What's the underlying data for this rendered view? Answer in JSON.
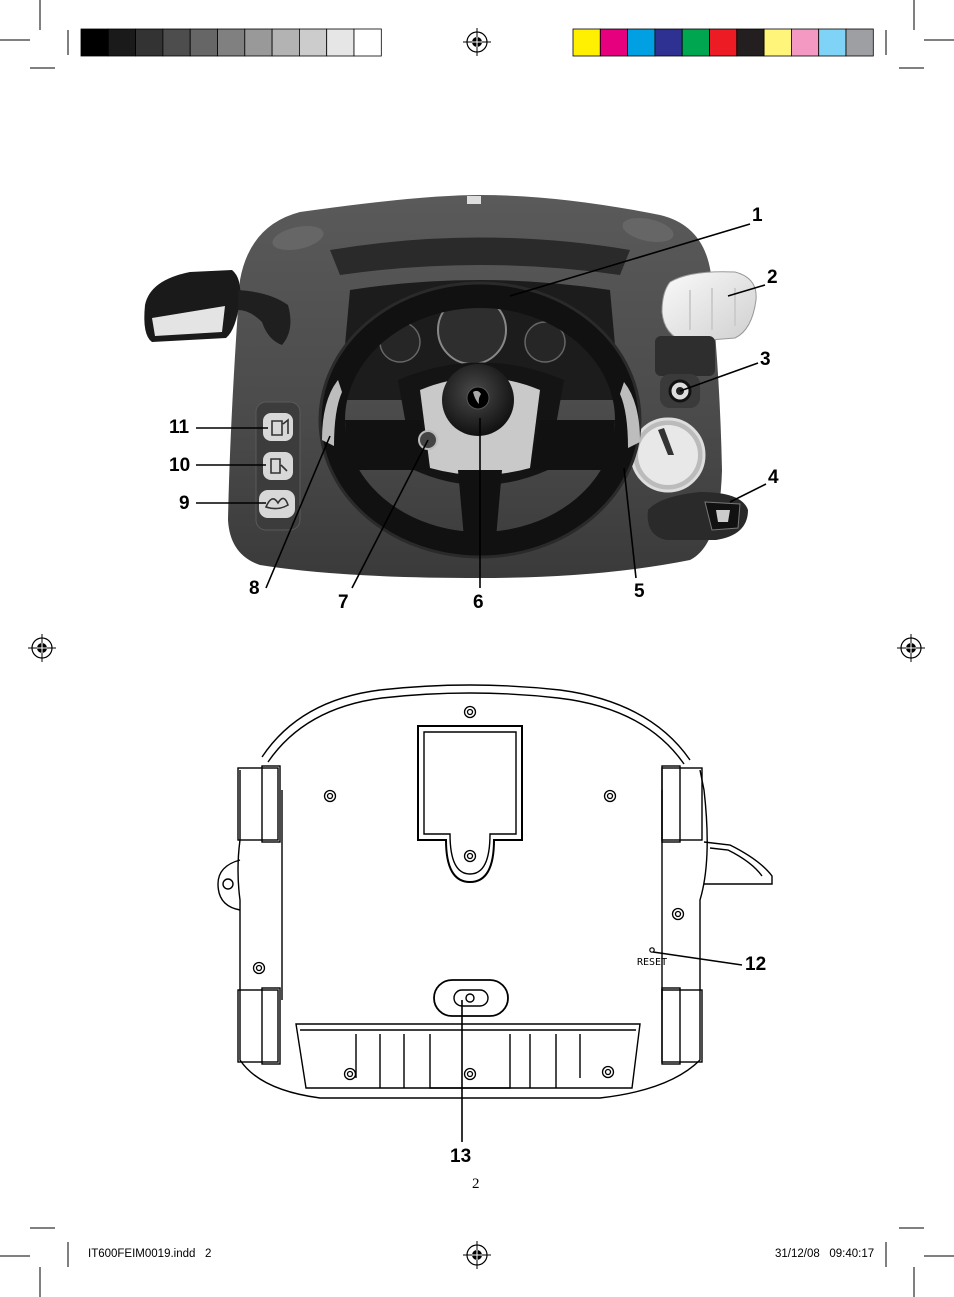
{
  "page_number": "2",
  "slug": {
    "filename": "IT600FEIM0019.indd   2",
    "datetime": "31/12/08   09:40:17"
  },
  "grey_swatches": [
    "#000000",
    "#1a1a1a",
    "#333333",
    "#4d4d4d",
    "#666666",
    "#808080",
    "#999999",
    "#b3b3b3",
    "#cccccc",
    "#e6e6e6",
    "#ffffff"
  ],
  "color_swatches": [
    "#ffef00",
    "#e6007e",
    "#00a0e3",
    "#2e3192",
    "#00a650",
    "#ed1c24",
    "#231f20",
    "#fff57a",
    "#f49ac2",
    "#7fd3f7",
    "#9d9fa2"
  ],
  "top_figure": {
    "callouts": [
      {
        "id": "c1",
        "label": "1"
      },
      {
        "id": "c2",
        "label": "2"
      },
      {
        "id": "c3",
        "label": "3"
      },
      {
        "id": "c4",
        "label": "4"
      },
      {
        "id": "c5",
        "label": "5"
      },
      {
        "id": "c6",
        "label": "6"
      },
      {
        "id": "c7",
        "label": "7"
      },
      {
        "id": "c8",
        "label": "8"
      },
      {
        "id": "c9",
        "label": "9"
      },
      {
        "id": "c10",
        "label": "10"
      },
      {
        "id": "c11",
        "label": "11"
      }
    ]
  },
  "bottom_figure": {
    "reset_text": "RESET",
    "callouts": [
      {
        "id": "c12",
        "label": "12"
      },
      {
        "id": "c13",
        "label": "13"
      }
    ]
  }
}
